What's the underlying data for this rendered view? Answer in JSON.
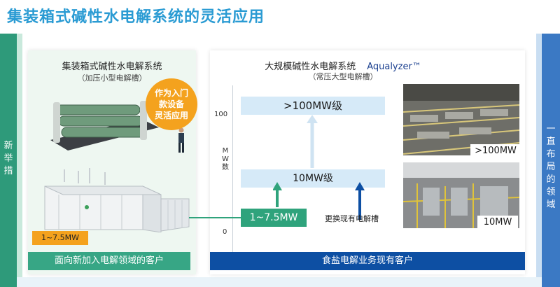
{
  "title": "集装箱式碱性水电解系统的灵活应用",
  "left_side": {
    "label": "新举措"
  },
  "right_side": {
    "label": "一直布局的领域"
  },
  "left_panel": {
    "title": "集装箱式碱性水电解系统",
    "subtitle": "（加压小型电解槽）",
    "badge": "作为入门款设备灵活应用",
    "badge_lines": [
      "作为入门",
      "款设备",
      "灵活应用"
    ],
    "tag": "1~7.5MW",
    "footer": "面向新加入电解领域的客户"
  },
  "right_panel": {
    "title": "大规模碱性水电解系统",
    "brand": "Aqualyzer™",
    "subtitle": "（常压大型电解槽）",
    "footer": "食盐电解业务现有客户"
  },
  "axis": {
    "label": [
      "M",
      "W",
      "数"
    ],
    "tick_100": "100",
    "tick_0": "0"
  },
  "levels": {
    "high": ">100MW级",
    "mid": "10MW级",
    "low": "1~7.5MW",
    "replace": "更换现有电解槽"
  },
  "photos": {
    "top_tag": ">100MW",
    "bottom_tag": "10MW"
  },
  "colors": {
    "title_blue": "#2a9bd3",
    "green": "#2e9a7a",
    "navy": "#0d4fa3",
    "orange": "#f4a21e"
  }
}
